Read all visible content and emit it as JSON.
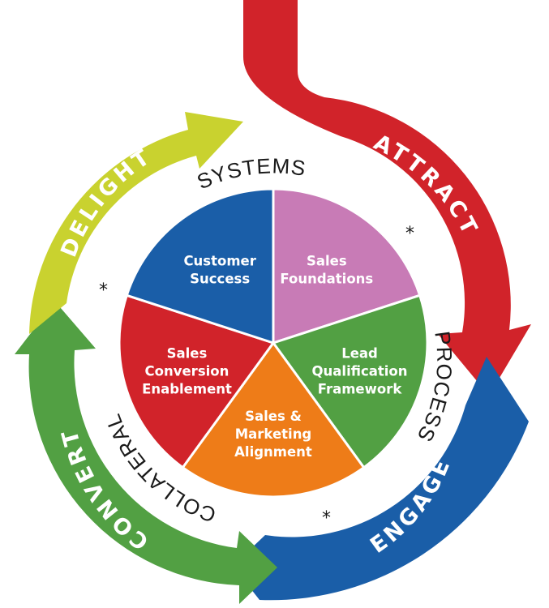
{
  "arrows": {
    "attract": {
      "label": "ATTRACT",
      "color": "#d1232a"
    },
    "engage": {
      "label": "ENGAGE",
      "color": "#1a5ea8"
    },
    "convert": {
      "label": "CONVERT",
      "color": "#52a043"
    },
    "delight": {
      "label": "DELIGHT",
      "color": "#c9d22f"
    }
  },
  "ring_labels": {
    "systems": "SYSTEMS",
    "process": "PROCESS",
    "collateral": "COLLATERAL"
  },
  "slices": [
    {
      "lines": [
        "Sales",
        "Foundations"
      ],
      "color": "#c87bb6"
    },
    {
      "lines": [
        "Lead",
        "Qualification",
        "Framework"
      ],
      "color": "#52a043"
    },
    {
      "lines": [
        "Sales &",
        "Marketing",
        "Alignment"
      ],
      "color": "#ee7c18"
    },
    {
      "lines": [
        "Sales",
        "Conversion",
        "Enablement"
      ],
      "color": "#d1232a"
    },
    {
      "lines": [
        "Customer",
        "Success"
      ],
      "color": "#1a5ea8"
    }
  ],
  "asterisks": [
    "*",
    "*",
    "*"
  ]
}
